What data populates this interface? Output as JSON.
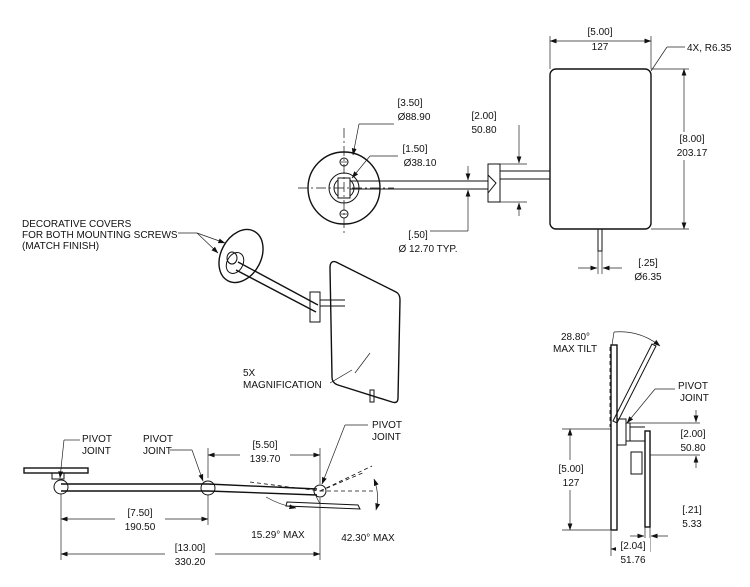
{
  "front_view": {
    "width_in": "[5.00]",
    "width_mm": "127",
    "radius": "4X, R6.35",
    "height_in": "[8.00]",
    "height_mm": "203.17",
    "arm_in": "[2.00]",
    "arm_mm": "50.80",
    "plate_in": "[3.50]",
    "plate_mm": "Ø88.90",
    "hub_in": "[1.50]",
    "hub_mm": "Ø38.10",
    "screw_in": "[.50]",
    "screw_mm": "Ø 12.70 TYP.",
    "stem_in": "[.25]",
    "stem_mm": "Ø6.35"
  },
  "iso_view": {
    "covers_note": [
      "DECORATIVE COVERS",
      "FOR BOTH MOUNTING SCREWS",
      "(MATCH FINISH)"
    ],
    "magnification": [
      "5X",
      "MAGNIFICATION"
    ]
  },
  "top_view": {
    "pivot_joint_1": [
      "PIVOT",
      "JOINT"
    ],
    "pivot_joint_2": [
      "PIVOT",
      "JOINT"
    ],
    "pivot_joint_3": [
      "PIVOT",
      "JOINT"
    ],
    "arm2_in": "[5.50]",
    "arm2_mm": "139.70",
    "arm1_in": "[7.50]",
    "arm1_mm": "190.50",
    "total_in": "[13.00]",
    "total_mm": "330.20",
    "swivel_1": "15.29° MAX",
    "swivel_2": "42.30° MAX"
  },
  "side_view": {
    "tilt": [
      "28.80°",
      "MAX TILT"
    ],
    "pivot_joint": [
      "PIVOT",
      "JOINT"
    ],
    "arm_in": "[2.00]",
    "arm_mm": "50.80",
    "height_in": "[5.00]",
    "height_mm": "127",
    "offset_in": "[.21]",
    "offset_mm": "5.33",
    "depth_in": "[2.04]",
    "depth_mm": "51.76"
  }
}
